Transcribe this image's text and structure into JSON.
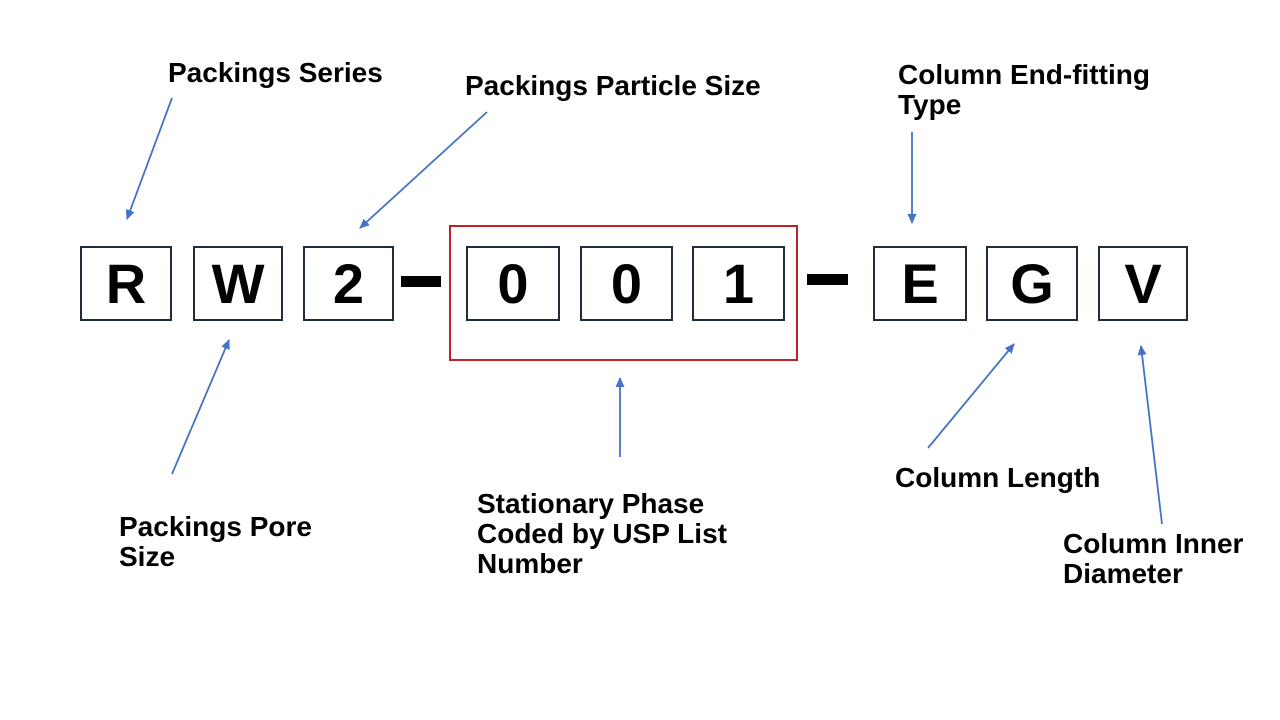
{
  "diagram": {
    "code": {
      "full": "RW2-001-EGV",
      "separator": "-",
      "segments": [
        "R",
        "W",
        "2",
        "0",
        "0",
        "1",
        "E",
        "G",
        "V"
      ]
    },
    "annotations": {
      "packings_series": "Packings Series",
      "packings_particle_size": "Packings Particle Size",
      "column_end_fitting_type": "Column End-fitting\nType",
      "packings_pore_size": "Packings Pore\nSize",
      "stationary_phase_usp": "Stationary Phase\nCoded by USP List\nNumber",
      "column_length": "Column Length",
      "column_inner_diameter": "Column Inner\nDiameter"
    },
    "colors": {
      "arrow": "#4472c4",
      "box_border": "#1f2d3d",
      "highlight_border": "#bf2128",
      "text": "#000000",
      "background": "#ffffff"
    }
  }
}
